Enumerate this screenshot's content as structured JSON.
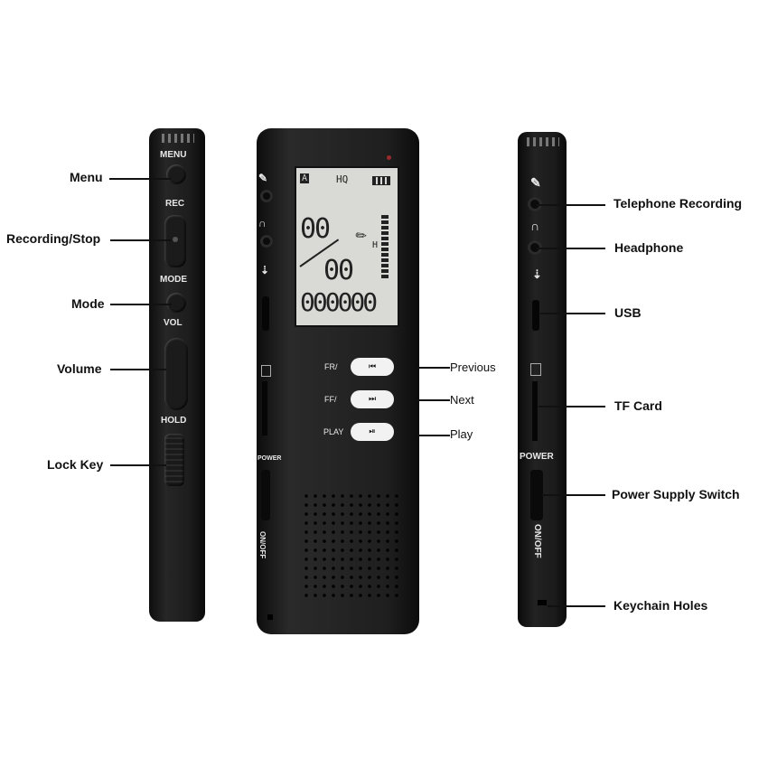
{
  "left_labels": {
    "menu": "Menu",
    "recording_stop": "Recording/Stop",
    "mode": "Mode",
    "volume": "Volume",
    "lock_key": "Lock Key"
  },
  "left_device_text": {
    "menu": "MENU",
    "rec": "REC",
    "mode": "MODE",
    "vol": "VOL",
    "hold": "HOLD"
  },
  "center_labels": {
    "previous": "Previous",
    "next": "Next",
    "play": "Play"
  },
  "center_device_text": {
    "fr": "FR/",
    "ff": "FF/",
    "play": "PLAY",
    "power": "POWER",
    "on_off": "ON/OFF",
    "lcd_hq": "HQ",
    "lcd_a": "A",
    "lcd_h": "H"
  },
  "right_labels": {
    "telephone_recording": "Telephone Recording",
    "headphone": "Headphone",
    "usb": "USB",
    "tf_card": "TF Card",
    "power_supply_switch": "Power Supply Switch",
    "keychain_holes": "Keychain Holes"
  },
  "right_device_text": {
    "power": "POWER",
    "on_off": "ON/OFF"
  },
  "colors": {
    "device_body": "#1c1c1c",
    "lcd_background": "#d9dad5",
    "label_text": "#111111"
  },
  "icons": [
    "microphone-icon",
    "headphone-icon",
    "usb-icon",
    "sd-card-icon",
    "rewind-icon",
    "fast-forward-icon",
    "play-pause-icon"
  ]
}
